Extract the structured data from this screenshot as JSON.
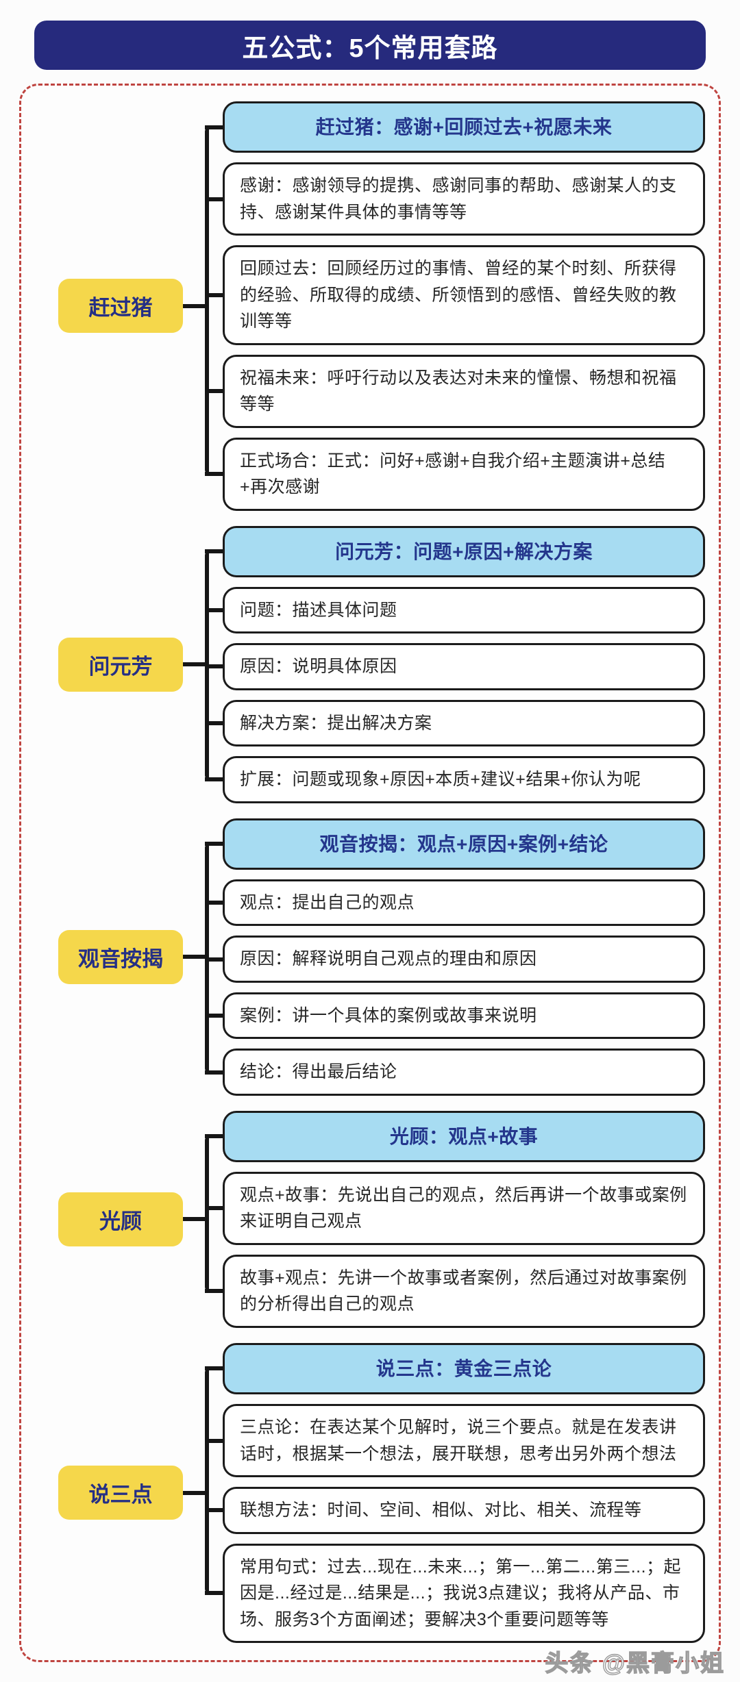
{
  "title": "五公式：5个常用套路",
  "watermark": "头条 @黑膏小姐",
  "colors": {
    "navy_header_bg": "#262a7d",
    "sky_header_bg": "#a7dcf2",
    "label_yellow": "#f5d74b",
    "dashed_border_red": "#bf4440",
    "box_border_ink": "#1b1b1b",
    "header_text_navy": "#24368c"
  },
  "sections": [
    {
      "label": "赶过猪",
      "header": "赶过猪：感谢+回顾过去+祝愿未来",
      "items": [
        "感谢：感谢领导的提携、感谢同事的帮助、感谢某人的支持、感谢某件具体的事情等等",
        "回顾过去：回顾经历过的事情、曾经的某个时刻、所获得的经验、所取得的成绩、所领悟到的感悟、曾经失败的教训等等",
        "祝福未来：呼吁行动以及表达对未来的憧憬、畅想和祝福等等",
        "正式场合：正式：问好+感谢+自我介绍+主题演讲+总结+再次感谢"
      ]
    },
    {
      "label": "问元芳",
      "header": "问元芳：问题+原因+解决方案",
      "items": [
        "问题：描述具体问题",
        "原因：说明具体原因",
        "解决方案：提出解决方案",
        "扩展：问题或现象+原因+本质+建议+结果+你认为呢"
      ]
    },
    {
      "label": "观音按揭",
      "header": "观音按揭：观点+原因+案例+结论",
      "items": [
        "观点：提出自己的观点",
        "原因：解释说明自己观点的理由和原因",
        "案例：讲一个具体的案例或故事来说明",
        "结论：得出最后结论"
      ]
    },
    {
      "label": "光顾",
      "header": "光顾：观点+故事",
      "items": [
        "观点+故事：先说出自己的观点，然后再讲一个故事或案例来证明自己观点",
        "故事+观点：先讲一个故事或者案例，然后通过对故事案例的分析得出自己的观点"
      ]
    },
    {
      "label": "说三点",
      "header": "说三点：黄金三点论",
      "items": [
        "三点论：在表达某个见解时，说三个要点。就是在发表讲话时，根据某一个想法，展开联想，思考出另外两个想法",
        "联想方法：时间、空间、相似、对比、相关、流程等",
        "常用句式：过去...现在...未来...；第一...第二...第三...；起因是...经过是...结果是...；我说3点建议；我将从产品、市场、服务3个方面阐述；要解决3个重要问题等等"
      ]
    }
  ]
}
